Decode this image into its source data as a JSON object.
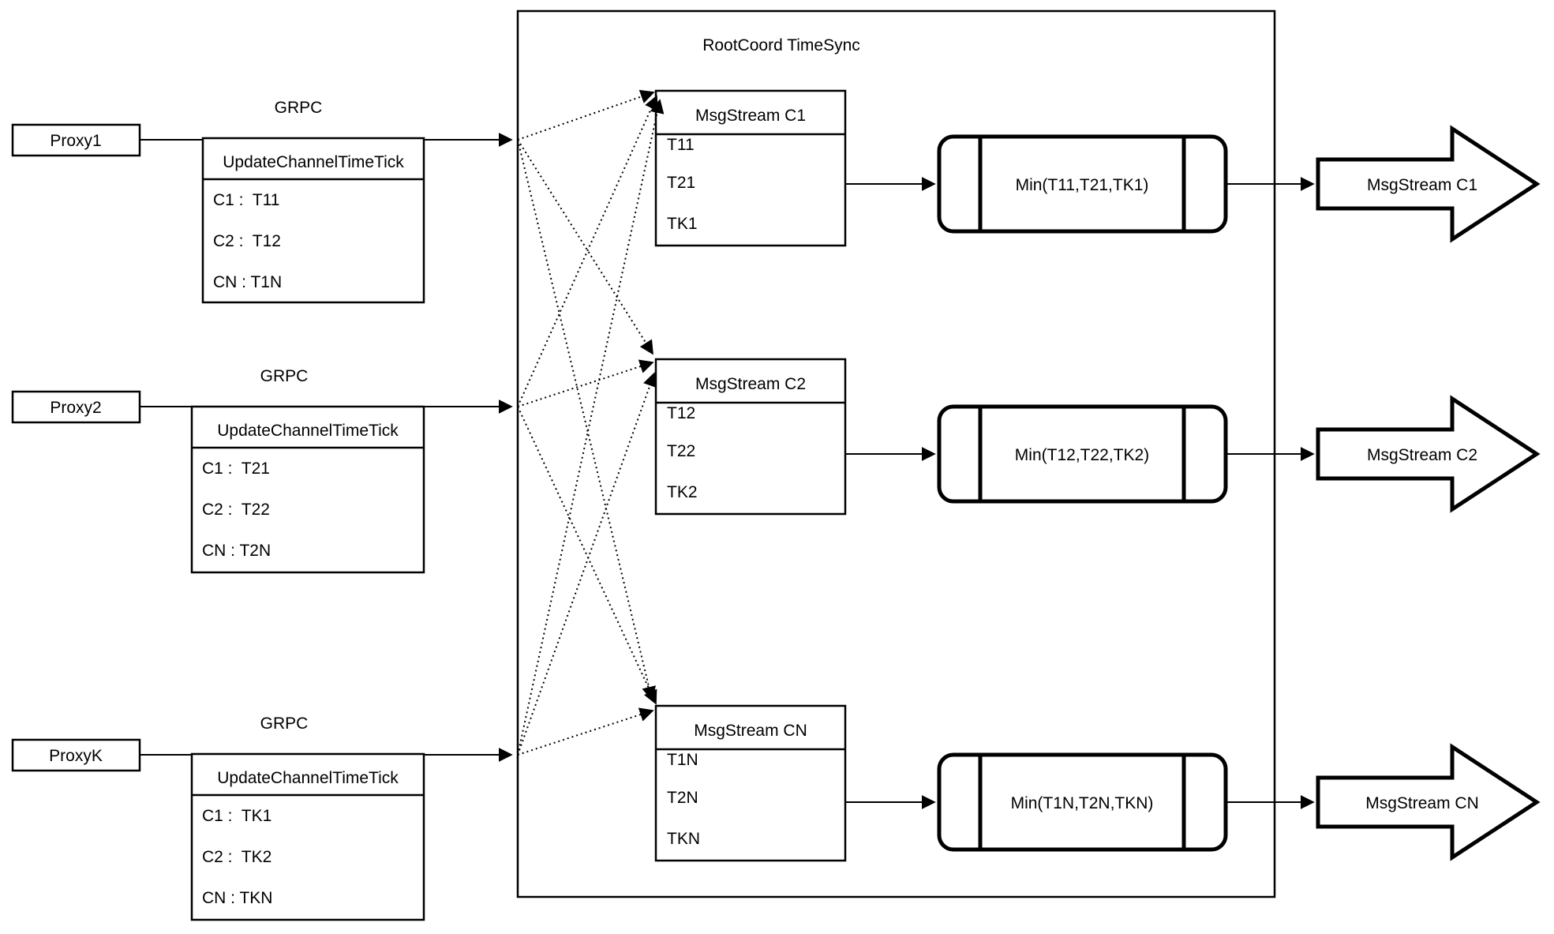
{
  "diagram": {
    "title": "RootCoord TimeSync",
    "grpc_label": "GRPC",
    "update_table_header": "UpdateChannelTimeTick",
    "colors": {
      "stroke": "#000000",
      "fill": "#ffffff"
    },
    "rows": [
      {
        "proxy": "Proxy1",
        "update_rows": [
          "C1 :  T11",
          "C2 :  T12",
          "CN : T1N"
        ],
        "msgstream_title": "MsgStream C1",
        "msgstream_rows": [
          "T11",
          "T21",
          "TK1"
        ],
        "min_label": "Min(T11,T21,TK1)",
        "out_arrow_label": "MsgStream C1"
      },
      {
        "proxy": "Proxy2",
        "update_rows": [
          "C1 :  T21",
          "C2 :  T22",
          "CN : T2N"
        ],
        "msgstream_title": "MsgStream C2",
        "msgstream_rows": [
          "T12",
          "T22",
          "TK2"
        ],
        "min_label": "Min(T12,T22,TK2)",
        "out_arrow_label": "MsgStream C2"
      },
      {
        "proxy": "ProxyK",
        "update_rows": [
          "C1 :  TK1",
          "C2 :  TK2",
          "CN : TKN"
        ],
        "msgstream_title": "MsgStream CN",
        "msgstream_rows": [
          "T1N",
          "T2N",
          "TKN"
        ],
        "min_label": "Min(T1N,T2N,TKN)",
        "out_arrow_label": "MsgStream CN"
      }
    ]
  }
}
